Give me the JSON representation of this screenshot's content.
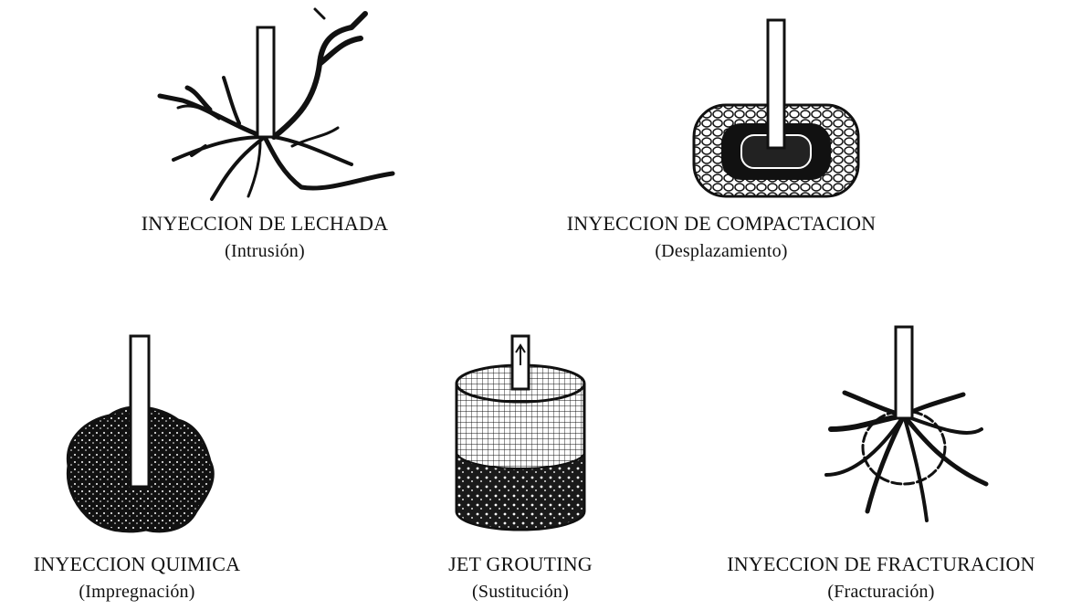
{
  "figures": [
    {
      "title": "INYECCION DE LECHADA",
      "subtitle": "(Intrusión)"
    },
    {
      "title": "INYECCION DE COMPACTACION",
      "subtitle": "(Desplazamiento)"
    },
    {
      "title": "INYECCION QUIMICA",
      "subtitle": "(Impregnación)"
    },
    {
      "title": "JET GROUTING",
      "subtitle": "(Sustitución)"
    },
    {
      "title": "INYECCION DE FRACTURACION",
      "subtitle": "(Fracturación)"
    }
  ],
  "colors": {
    "ink": "#111111",
    "background": "#ffffff"
  }
}
